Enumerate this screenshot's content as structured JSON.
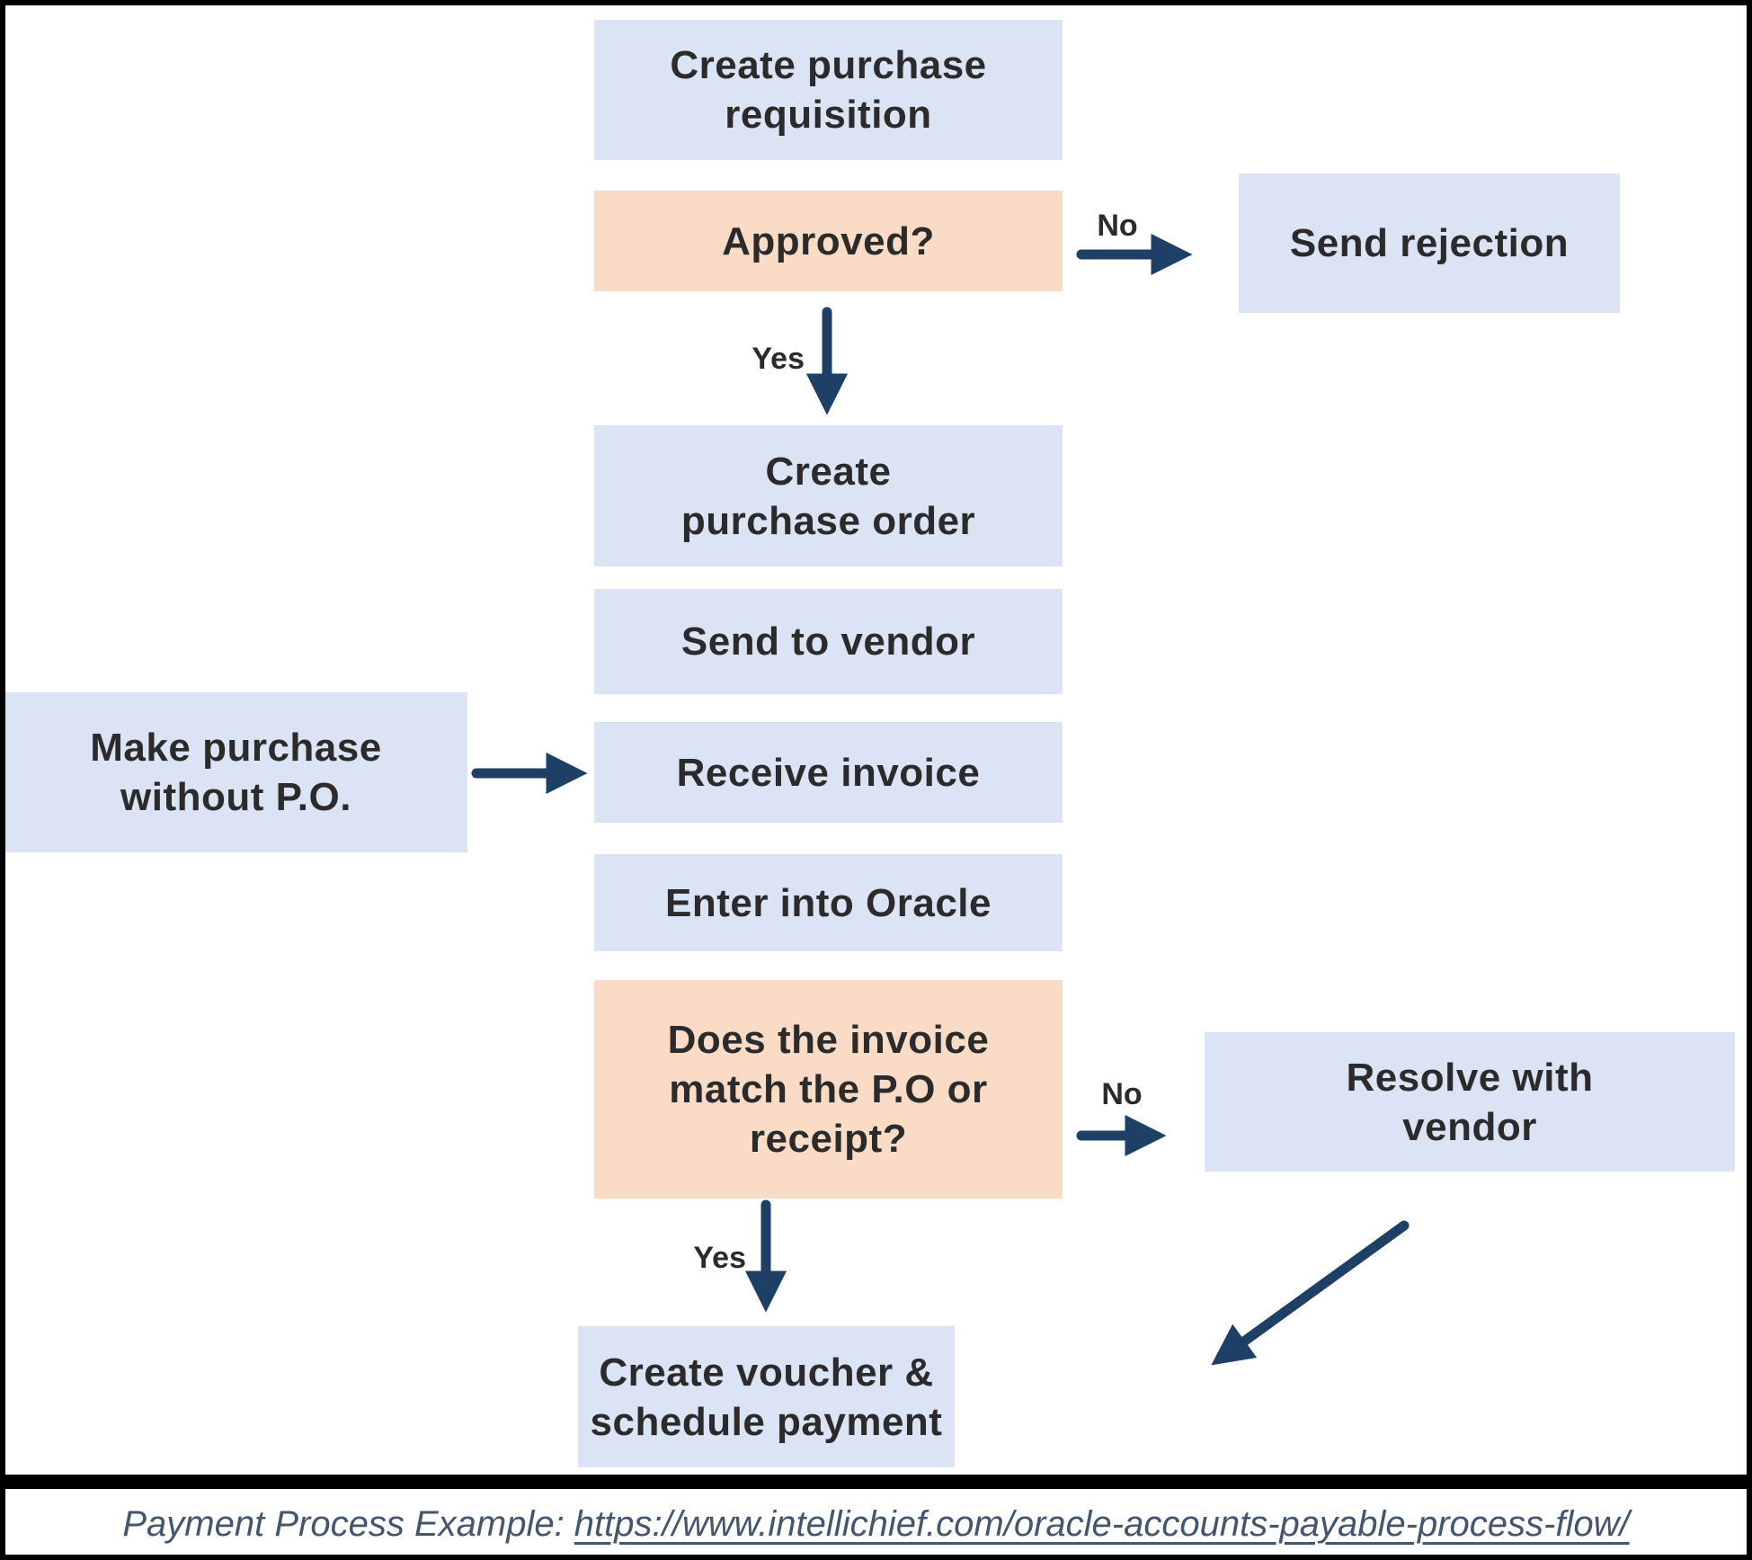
{
  "colors": {
    "box-blue": "#dbe4f5",
    "box-orange": "#fadcc6",
    "navy": "#1e3f66",
    "box-text": "#2b2b2b",
    "caption-color": "#44566e",
    "frame": "#000000"
  },
  "flowchart": {
    "nodes": {
      "create_requisition": "Create purchase\nrequisition",
      "approved": "Approved?",
      "send_rejection": "Send rejection",
      "create_po": "Create\npurchase order",
      "send_to_vendor": "Send to vendor",
      "make_purchase": "Make purchase\nwithout P.O.",
      "receive_invoice": "Receive invoice",
      "enter_oracle": "Enter into Oracle",
      "invoice_match": "Does the invoice\nmatch the P.O or\nreceipt?",
      "resolve_vendor": "Resolve with\nvendor",
      "create_voucher": "Create voucher &\nschedule payment"
    },
    "edge_labels": {
      "no1": "No",
      "yes1": "Yes",
      "no2": "No",
      "yes2": "Yes"
    }
  },
  "caption": {
    "prefix": "Payment Process Example: ",
    "link": "https://www.intellichief.com/oracle-accounts-payable-process-flow/"
  }
}
